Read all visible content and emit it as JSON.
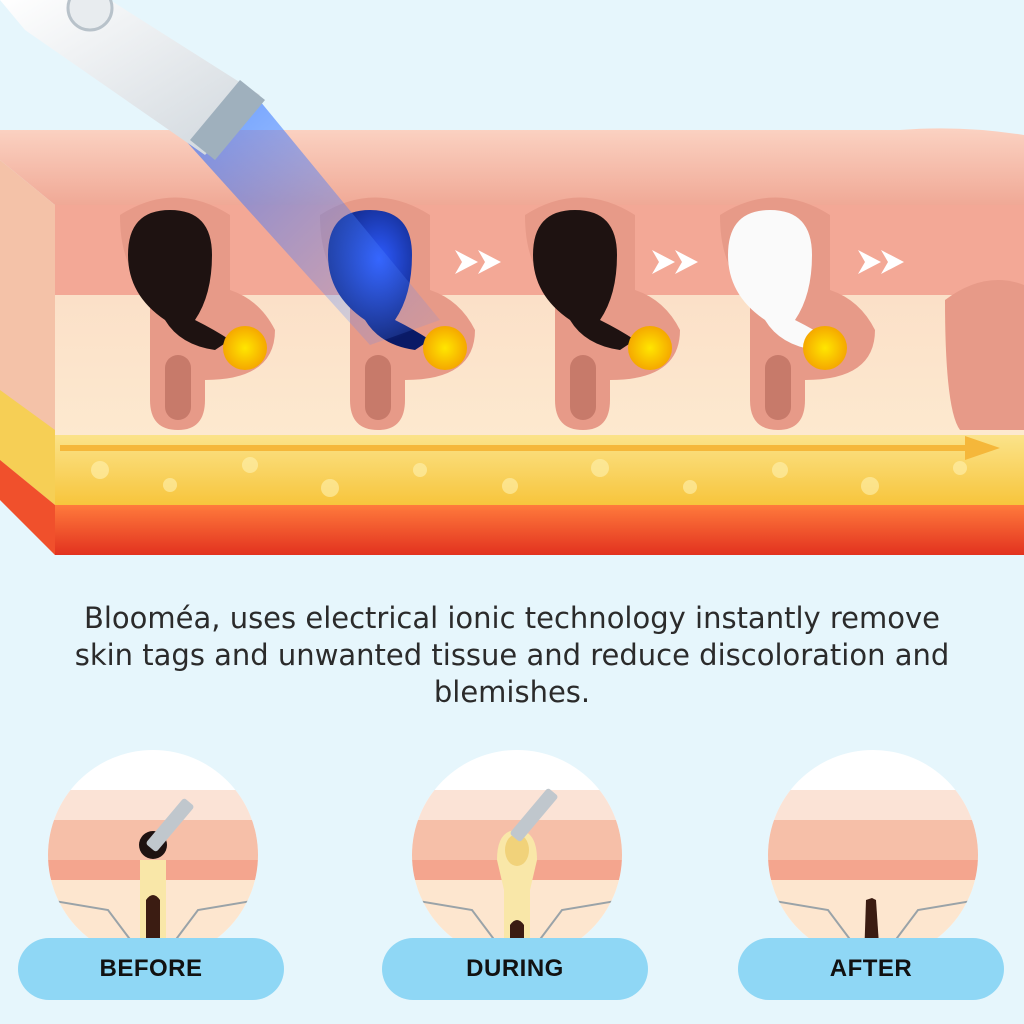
{
  "caption": "Blooméa, uses electrical ionic technology instantly remove skin tags and unwanted tissue and reduce discoloration and blemishes.",
  "stages": [
    {
      "label": "BEFORE"
    },
    {
      "label": "DURING"
    },
    {
      "label": "AFTER"
    }
  ],
  "colors": {
    "background": "#e6f6fc",
    "skin": "#f4b5a0",
    "fat": "#f8d34a",
    "muscle": "#e8432a",
    "light": "#3a7bff",
    "pill": "#8fd7f5"
  }
}
